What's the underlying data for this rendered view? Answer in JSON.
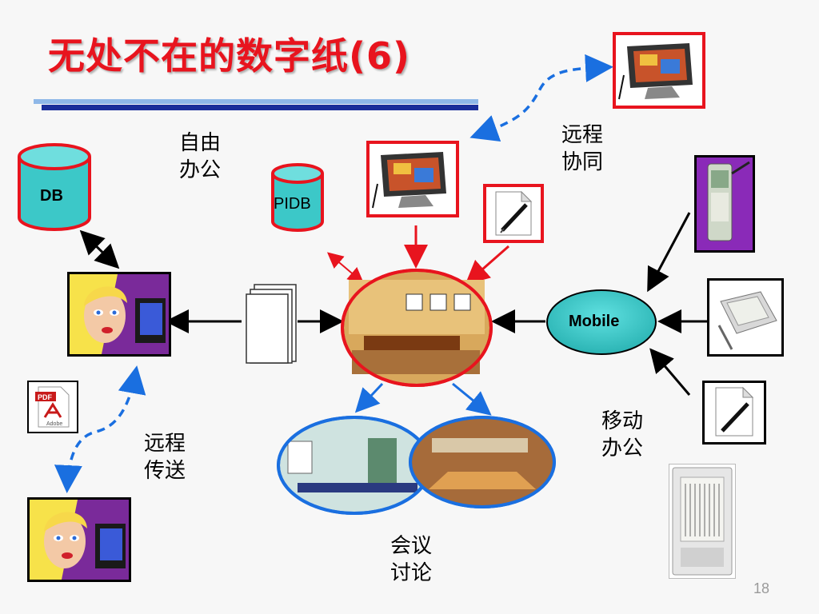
{
  "title": "无处不在的数字纸(6)",
  "nodes": {
    "db": "DB",
    "pidb": "PIDB",
    "mobile": "Mobile"
  },
  "captions": {
    "free_office_1": "自由",
    "free_office_2": "办公",
    "remote_collab_1": "远程",
    "remote_collab_2": "协同",
    "remote_transfer_1": "远程",
    "remote_transfer_2": "传送",
    "mobile_office_1": "移动",
    "mobile_office_2": "办公",
    "meeting_1": "会议",
    "meeting_2": "讨论"
  },
  "pdf_label": "PDF",
  "adobe_label": "Adobe",
  "page_number": "18",
  "colors": {
    "title": "#e8141e",
    "accent_red": "#e8141e",
    "teal": "#3cc8c8",
    "arrow_blue": "#1a6fe0",
    "rule_dark": "#1a2e9a",
    "rule_light": "#8fb8e8"
  }
}
